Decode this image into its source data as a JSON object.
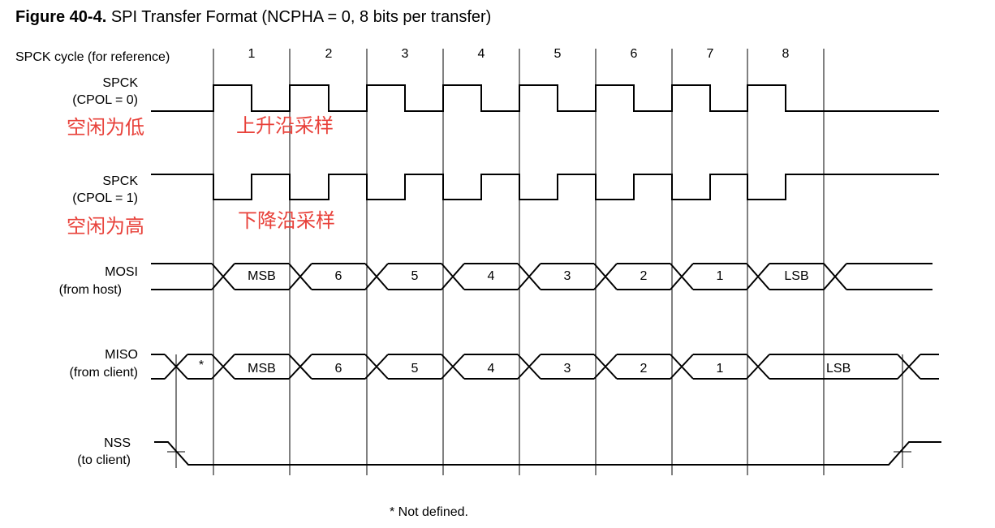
{
  "figure": {
    "number": "Figure 40-4.",
    "caption": "SPI Transfer Format (NCPHA = 0, 8 bits per transfer)"
  },
  "cycle_row_label": "SPCK cycle (for reference)",
  "cycles": [
    "1",
    "2",
    "3",
    "4",
    "5",
    "6",
    "7",
    "8"
  ],
  "signals": {
    "spck0": {
      "name": "SPCK",
      "qualifier": "(CPOL = 0)"
    },
    "spck1": {
      "name": "SPCK",
      "qualifier": "(CPOL = 1)"
    },
    "mosi": {
      "name": "MOSI",
      "qualifier": "(from host)"
    },
    "miso": {
      "name": "MISO",
      "qualifier": "(from client)"
    },
    "nss": {
      "name": "NSS",
      "qualifier": "(to client)"
    }
  },
  "mosi_bits": [
    "MSB",
    "6",
    "5",
    "4",
    "3",
    "2",
    "1",
    "LSB"
  ],
  "miso_bits": [
    "*",
    "MSB",
    "6",
    "5",
    "4",
    "3",
    "2",
    "1",
    "LSB"
  ],
  "annotations": {
    "cpol0_idle": "空闲为低",
    "cpol0_edge": "上升沿采样",
    "cpol1_idle": "空闲为高",
    "cpol1_edge": "下降沿采样"
  },
  "footnote": "* Not defined.",
  "colors": {
    "annotation": "#e8413a",
    "line": "#000000"
  }
}
